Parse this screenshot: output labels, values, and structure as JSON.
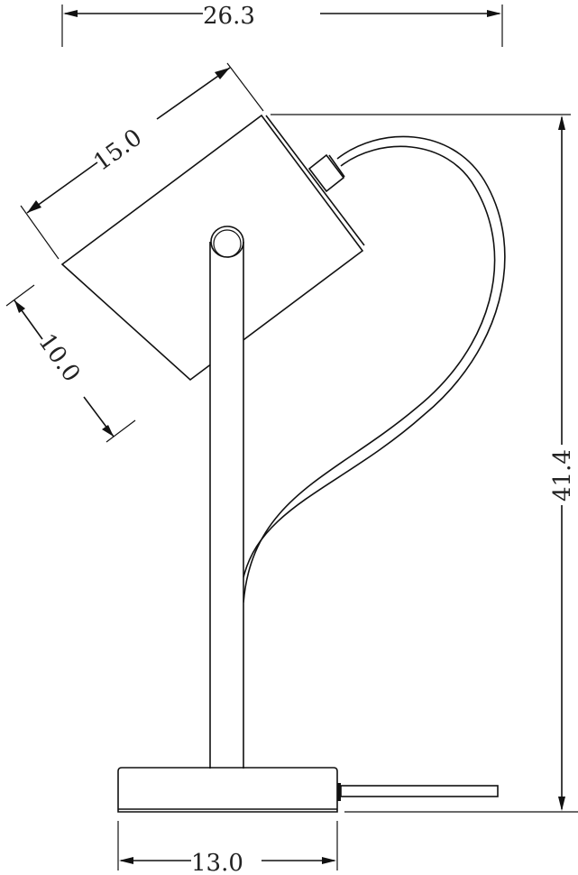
{
  "drawing": {
    "subject": "Desk lamp side view technical drawing",
    "colors": {
      "line": "#111111",
      "background": "#ffffff"
    },
    "dimensions": {
      "overall_width": {
        "label": "26.3"
      },
      "shade_length": {
        "label": "15.0"
      },
      "shade_depth": {
        "label": "10.0"
      },
      "overall_height": {
        "label": "41.4"
      },
      "base_width": {
        "label": "13.0"
      }
    },
    "parts": [
      "lamp-shade",
      "pole",
      "cord",
      "cord-connector",
      "base",
      "power-cord"
    ]
  }
}
